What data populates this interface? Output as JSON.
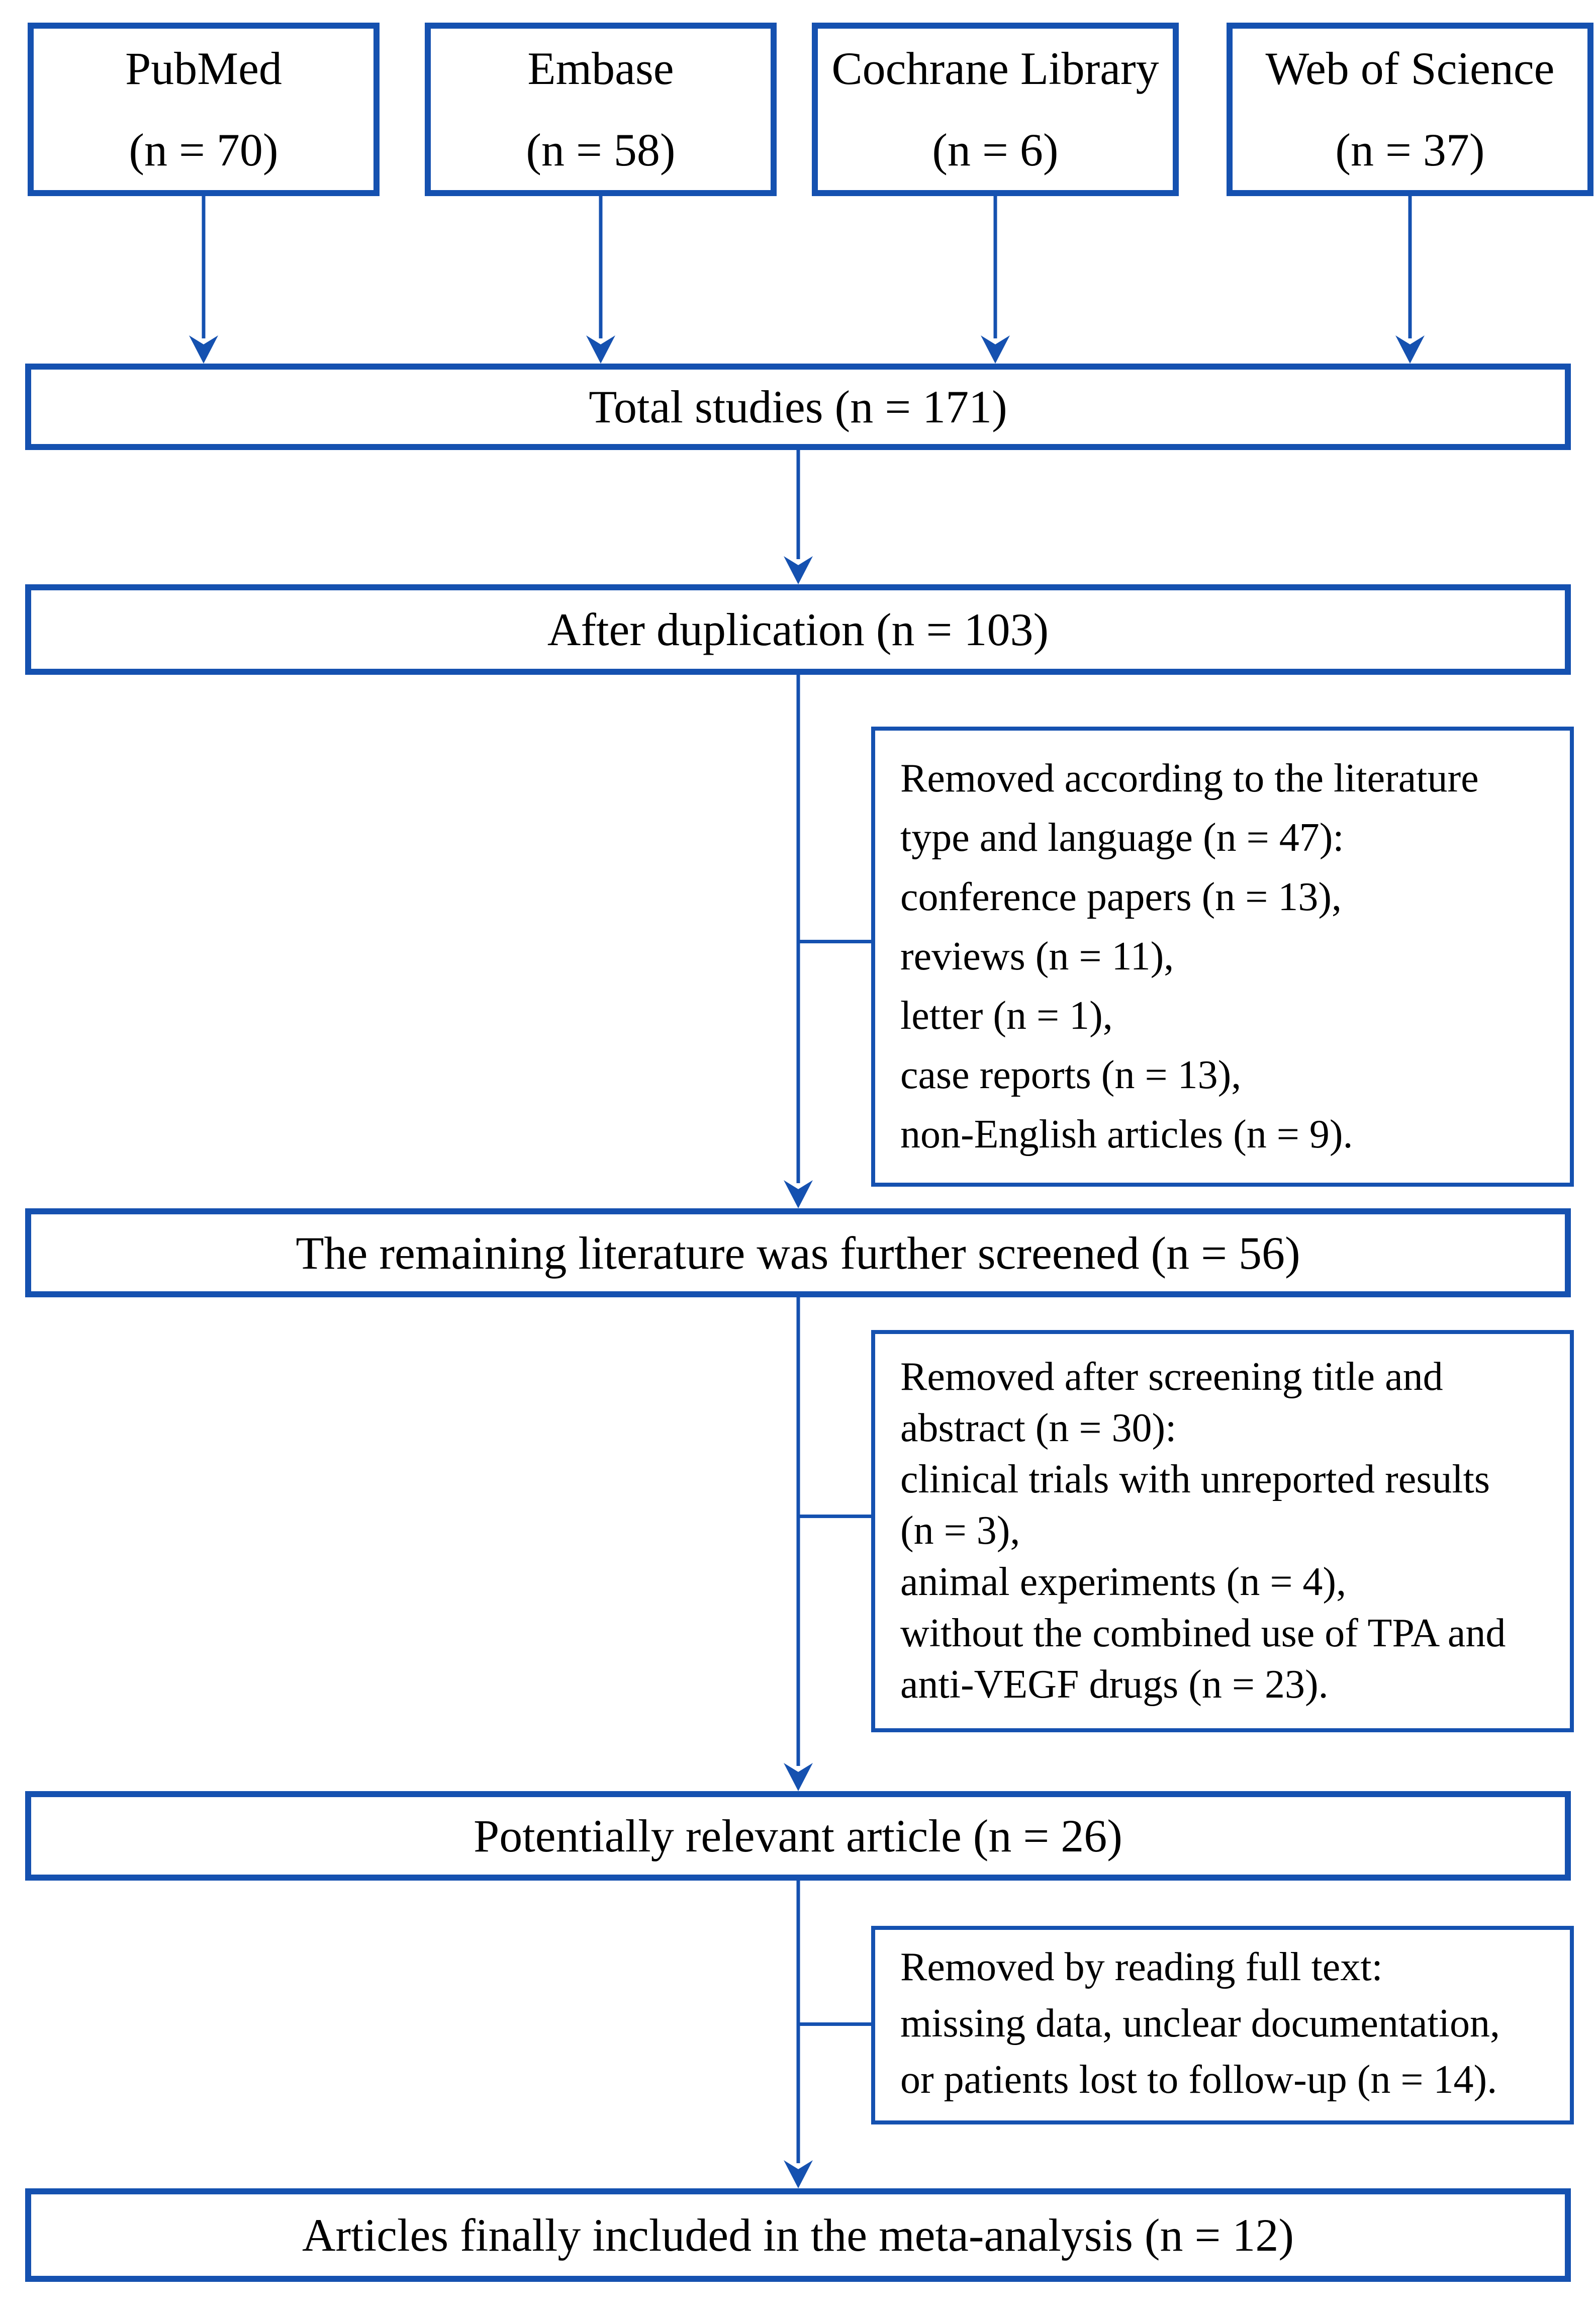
{
  "colors": {
    "accent": "#1551B0",
    "text": "#000000",
    "background": "#FFFFFF"
  },
  "sources": [
    {
      "name": "PubMed",
      "count": "(n = 70)"
    },
    {
      "name": "Embase",
      "count": "(n = 58)"
    },
    {
      "name": "Cochrane Library",
      "count": "(n = 6)"
    },
    {
      "name": "Web of Science",
      "count": "(n = 37)"
    }
  ],
  "flow": {
    "total": "Total studies (n = 171)",
    "after_duplication": "After duplication (n = 103)",
    "screened": "The remaining literature was further screened (n = 56)",
    "relevant": "Potentially relevant article (n = 26)",
    "included": "Articles finally included in the meta-analysis (n = 12)"
  },
  "exclusions": [
    {
      "text": "Removed according to the literature\ntype and language (n = 47):\nconference papers (n = 13),\nreviews (n = 11),\nletter (n = 1),\ncase reports (n = 13),\nnon-English articles (n = 9)."
    },
    {
      "text": "Removed after screening title and\nabstract (n = 30):\nclinical trials with unreported results\n(n = 3),\nanimal experiments (n = 4),\nwithout the combined use of TPA and\nanti-VEGF drugs (n = 23)."
    },
    {
      "text": "Removed by reading full text:\nmissing data, unclear documentation,\nor patients lost to follow-up (n = 14)."
    }
  ]
}
